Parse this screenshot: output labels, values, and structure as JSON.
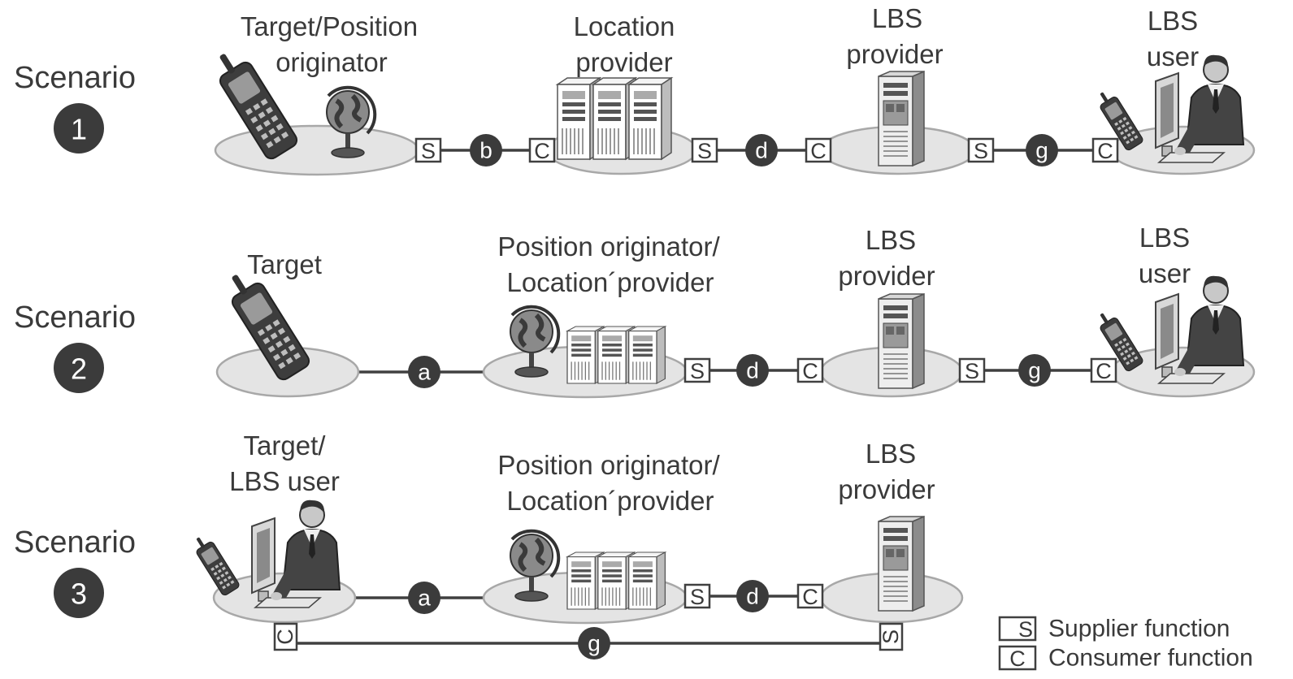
{
  "scenarios": [
    {
      "title": "Scenario",
      "number": "1",
      "roles": {
        "target_position_originator": [
          "Target/Position",
          "originator"
        ],
        "location_provider": [
          "Location",
          "provider"
        ],
        "lbs_provider": [
          "LBS",
          "provider"
        ],
        "lbs_user": [
          "LBS",
          "user"
        ]
      },
      "links": [
        {
          "from_box": "S",
          "node": "b",
          "to_box": "C"
        },
        {
          "from_box": "S",
          "node": "d",
          "to_box": "C"
        },
        {
          "from_box": "S",
          "node": "g",
          "to_box": "C"
        }
      ]
    },
    {
      "title": "Scenario",
      "number": "2",
      "roles": {
        "target": [
          "Target"
        ],
        "position_originator_location_provider": [
          "Position originator/",
          "Location´provider"
        ],
        "lbs_provider": [
          "LBS",
          "provider"
        ],
        "lbs_user": [
          "LBS",
          "user"
        ]
      },
      "links": [
        {
          "node": "a"
        },
        {
          "from_box": "S",
          "node": "d",
          "to_box": "C"
        },
        {
          "from_box": "S",
          "node": "g",
          "to_box": "C"
        }
      ]
    },
    {
      "title": "Scenario",
      "number": "3",
      "roles": {
        "target_lbs_user": [
          "Target/",
          "LBS user"
        ],
        "position_originator_location_provider": [
          "Position originator/",
          "Location´provider"
        ],
        "lbs_provider": [
          "LBS",
          "provider"
        ]
      },
      "links": [
        {
          "node": "a"
        },
        {
          "from_box": "S",
          "node": "d",
          "to_box": "C"
        },
        {
          "from_box": "S",
          "node": "g",
          "to_box": "C"
        }
      ]
    }
  ],
  "legend": [
    {
      "box": "S",
      "text": "Supplier function"
    },
    {
      "box": "C",
      "text": "Consumer function"
    }
  ],
  "icons": [
    "mobile-phone-icon",
    "globe-icon",
    "server-rack-icon",
    "tower-server-icon",
    "business-user-at-computer-icon"
  ]
}
